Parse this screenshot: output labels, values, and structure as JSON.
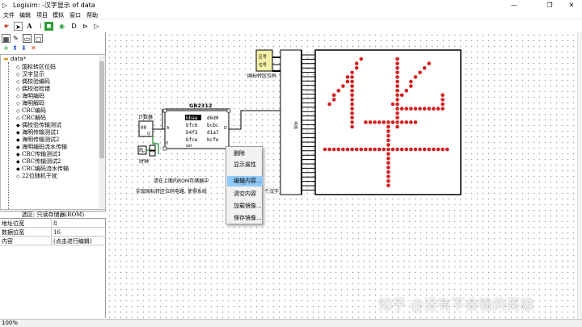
{
  "window": {
    "app_icon": "logisim-icon",
    "title": "Logisim: -汉字显示 of data",
    "minimize": "—",
    "maximize": "❐",
    "close": "✕"
  },
  "menu": [
    "文件",
    "编辑",
    "项目",
    "模拟",
    "窗口",
    "帮助"
  ],
  "tree": {
    "root": "data*",
    "items": [
      {
        "icon": "◇",
        "label": "国标转区位码"
      },
      {
        "icon": "◇",
        "label": "汉字显示"
      },
      {
        "icon": "◇",
        "label": "偶校验编码"
      },
      {
        "icon": "◇",
        "label": "偶校验检错"
      },
      {
        "icon": "◇",
        "label": "海明编码"
      },
      {
        "icon": "◇",
        "label": "海明解码"
      },
      {
        "icon": "◇",
        "label": "CRC编码"
      },
      {
        "icon": "◇",
        "label": "CRC解码"
      },
      {
        "icon": "◆",
        "label": "偶校验传输测试"
      },
      {
        "icon": "◆",
        "label": "海明传输测试1"
      },
      {
        "icon": "◆",
        "label": "海明传输测试2"
      },
      {
        "icon": "◆",
        "label": "海明编码流水传输"
      },
      {
        "icon": "◆",
        "label": "CRC传输测试1"
      },
      {
        "icon": "◆",
        "label": "CRC传输测试2"
      },
      {
        "icon": "◆",
        "label": "CRC编码流水传输"
      },
      {
        "icon": "◇",
        "label": "22位随机干扰"
      }
    ]
  },
  "selection_title": "选区: 只读存储器(ROM)",
  "attributes": [
    {
      "key": "地址位宽",
      "value": "8"
    },
    {
      "key": "数据位宽",
      "value": "16"
    },
    {
      "key": "内容",
      "value": "(点击进行编辑)"
    }
  ],
  "circuit": {
    "rom_label": "GB2312",
    "counter_label": "计数器",
    "counter_value": "00",
    "clock_label": "时钟",
    "pin_A": "A",
    "pin_D": "D",
    "pin_0": "0",
    "pin_sel": "sel",
    "rom_cells": [
      [
        "bbaa",
        "d6d0"
      ],
      [
        "bfc6",
        "bcbc"
      ],
      [
        "b4f3",
        "d1a7"
      ],
      [
        "bfce",
        "bcfe"
      ]
    ],
    "converter_label_1": "区号",
    "converter_label_2": "位号",
    "converter_caption": "国标转区位码",
    "bus_label": "字库",
    "instruction_1": "请在上面的ROM存储器中",
    "instruction_2": "实现国标转区位码电路, 使得系统",
    "instruction_3": "个汉字"
  },
  "context_menu": {
    "items": [
      "删除",
      "显示属性",
      "编辑内容...",
      "清空内容",
      "加载镜像...",
      "保存镜像..."
    ],
    "highlighted": 2
  },
  "status": {
    "zoom": "100%"
  },
  "watermark": "知乎 @没有不会输的英雄",
  "led_color": "#d32020"
}
